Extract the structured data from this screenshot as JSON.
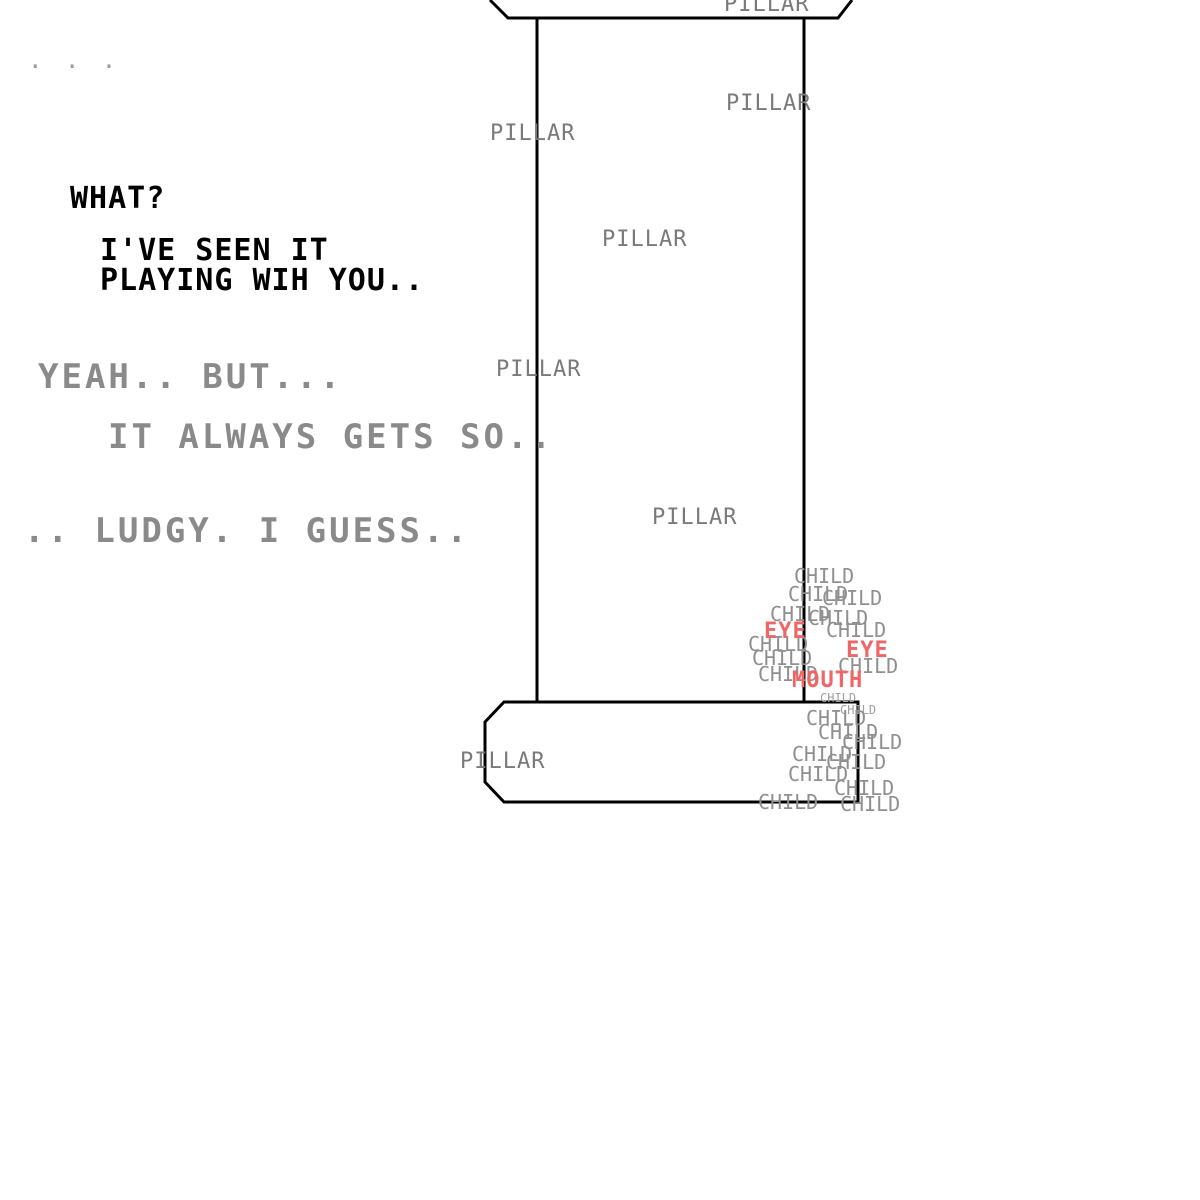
{
  "dialogue": {
    "ellipsis": ". . .",
    "what": "WHAT?",
    "seen_line1": "I'VE SEEN IT",
    "seen_line2": "PLAYING WIH YOU..",
    "yeah": "YEAH.. BUT...",
    "always": "IT ALWAYS GETS SO..",
    "ludgy": ".. LUDGY. I GUESS.."
  },
  "pillar": {
    "label": "PILLAR"
  },
  "child": {
    "label": "CHILD",
    "eye": "EYE",
    "mouth": "MOUTH"
  },
  "colors": {
    "outline": "#000000",
    "label_gray": "#7a7a7a",
    "face_red": "#f06666"
  }
}
